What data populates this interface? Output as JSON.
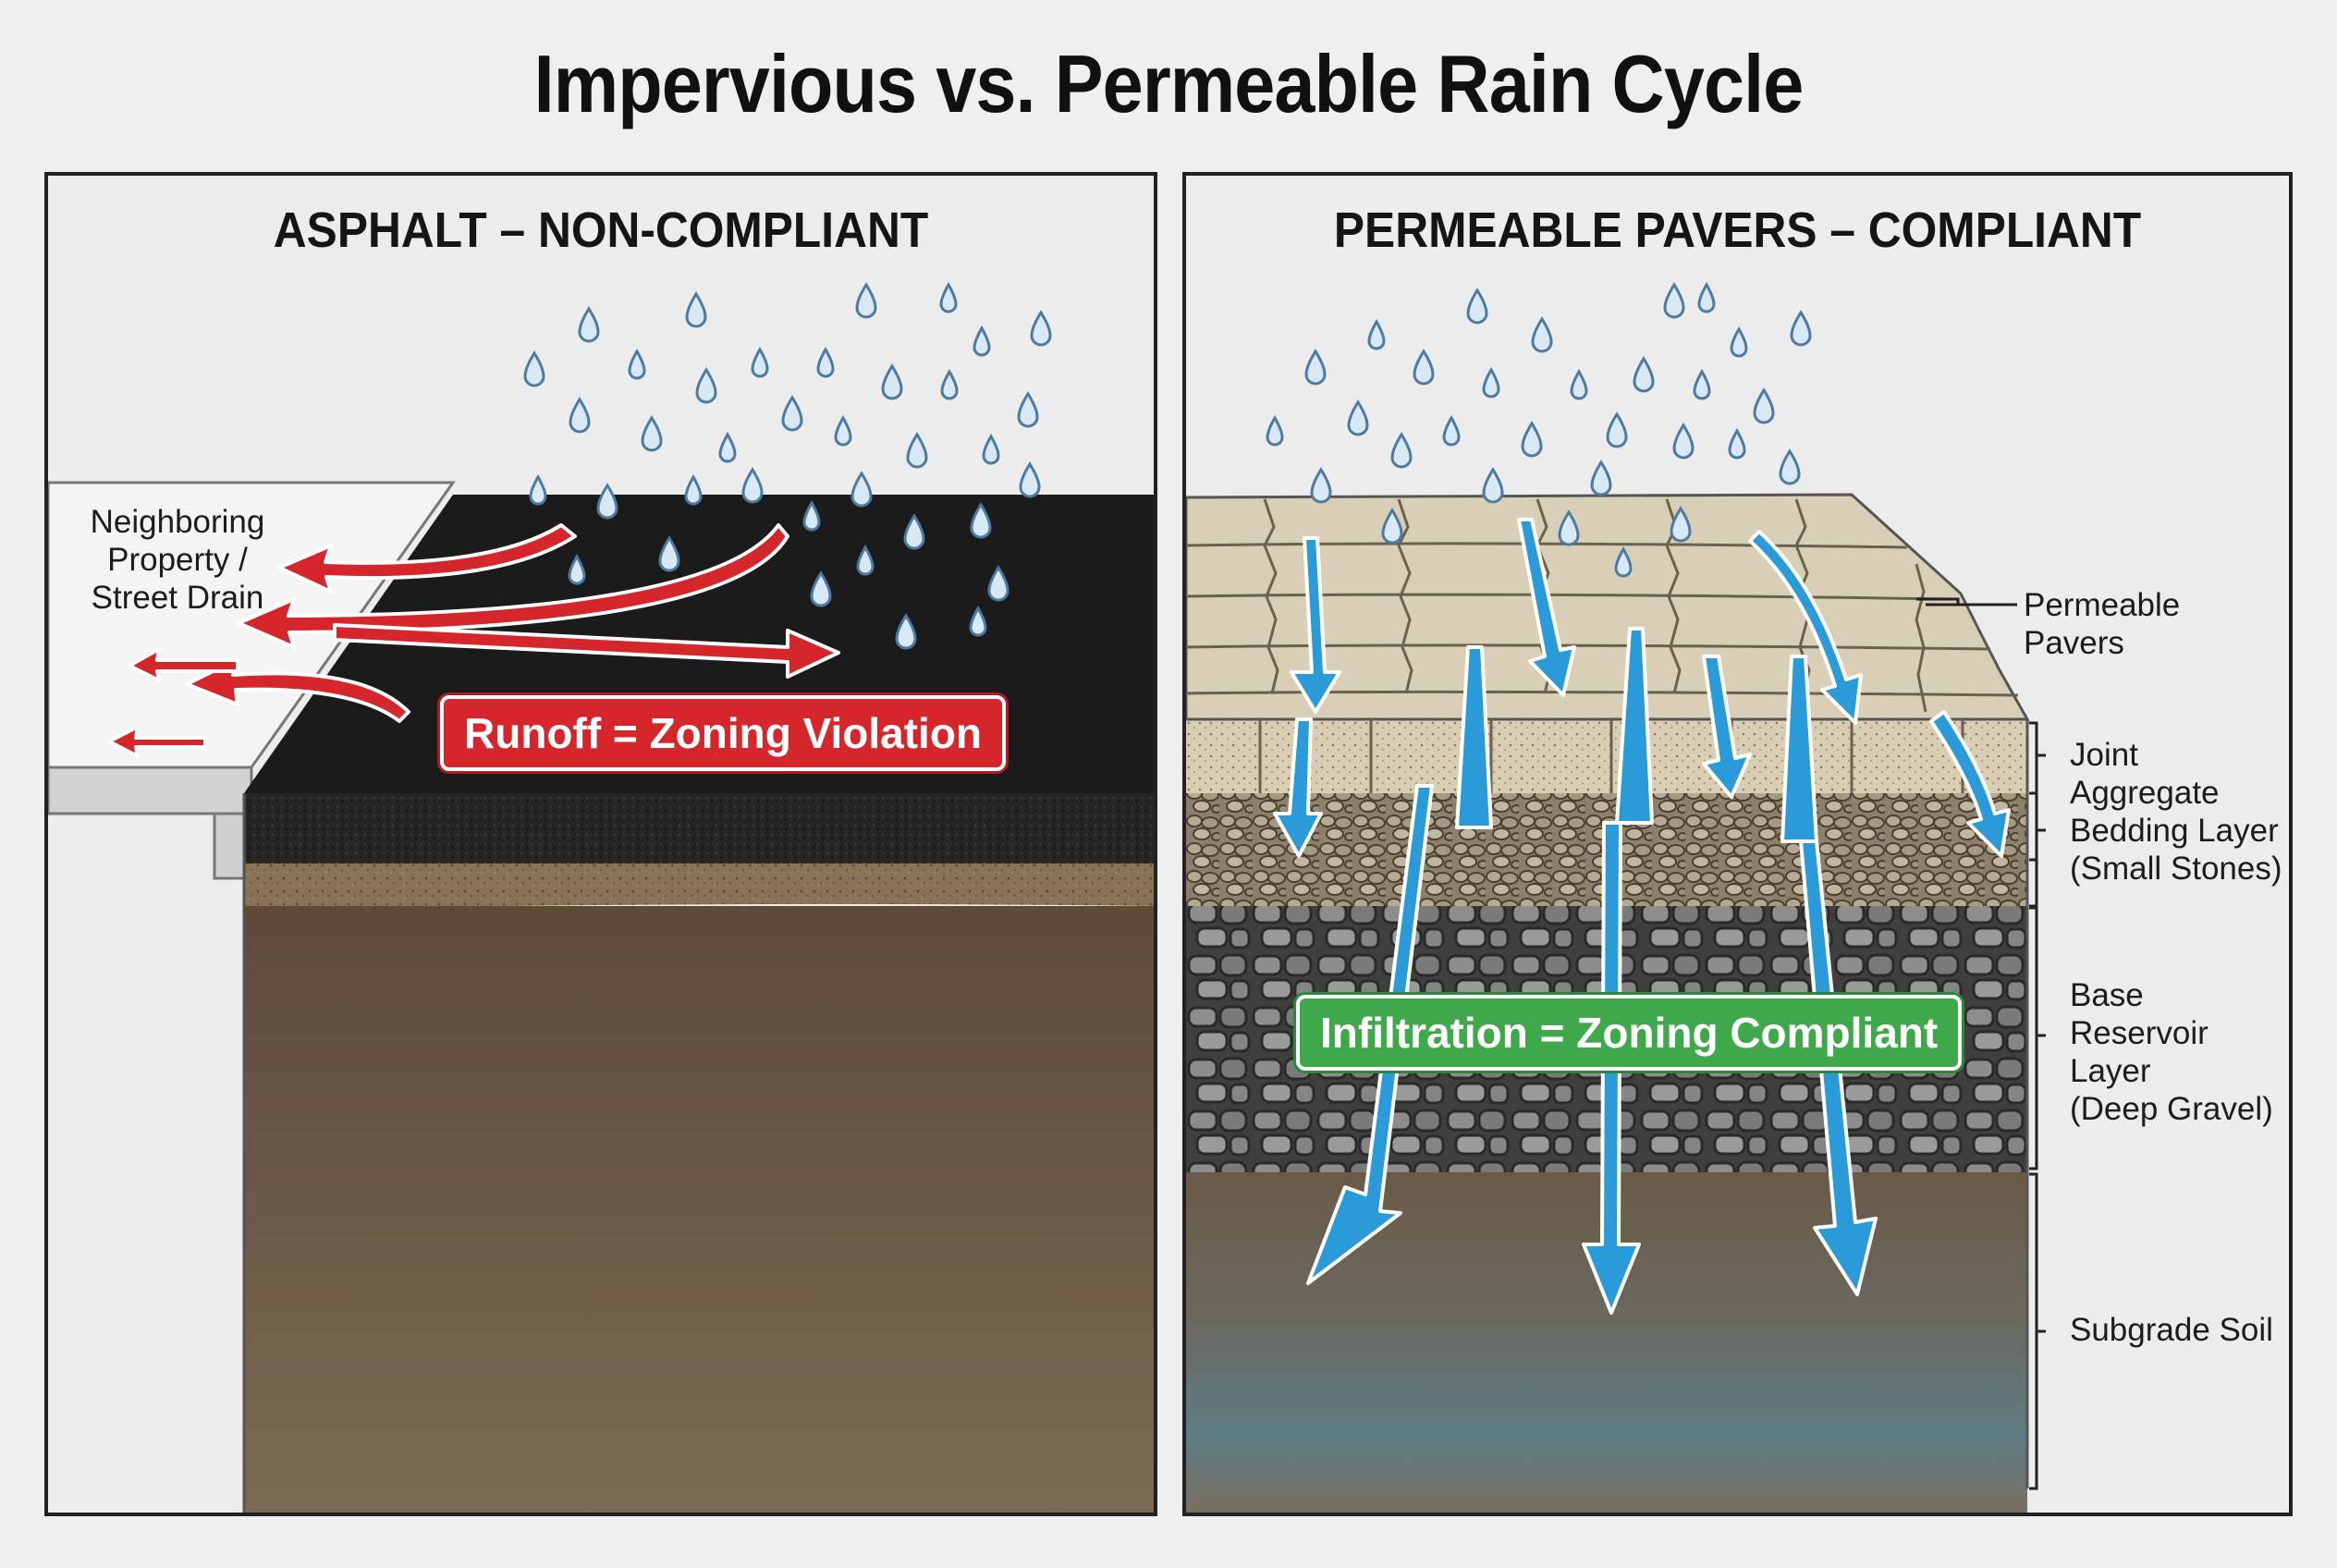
{
  "title": "Impervious vs. Permeable Rain Cycle",
  "left_panel": {
    "heading": "ASPHALT – NON-COMPLIANT",
    "neighbor_label": [
      "Neighboring",
      "Property /",
      "Street Drain"
    ],
    "badge": "Runoff = Zoning Violation",
    "colors": {
      "asphalt": "#1b1b1b",
      "soil": "#6e5a45",
      "arrow": "#d4262b"
    }
  },
  "right_panel": {
    "heading": "PERMEABLE PAVERS – COMPLIANT",
    "badge": "Infiltration = Zoning Compliant",
    "layer_labels": {
      "pavers": "Permeable Pavers",
      "joint": "Joint Aggregate",
      "bedding": [
        "Bedding Layer",
        "(Small Stones)"
      ],
      "base": [
        "Base Reservoir",
        "Layer",
        "(Deep Gravel)"
      ],
      "subgrade": "Subgrade Soil"
    },
    "colors": {
      "pavers": "#d9cfb6",
      "gravel": "#7b7b7b",
      "arrow": "#2a9ad8",
      "badge": "#3ea84a"
    }
  }
}
